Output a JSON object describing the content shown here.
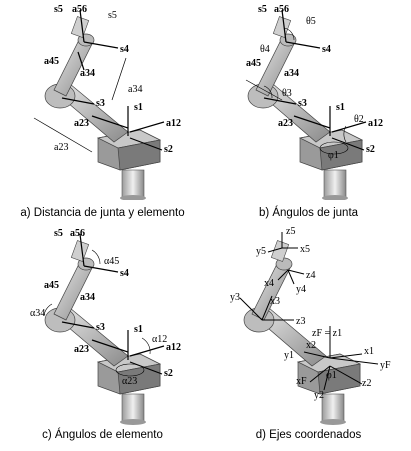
{
  "figure": {
    "panels": [
      {
        "caption": "a) Distancia de junta y elemento",
        "labels": [
          "s5",
          "a56",
          "s5",
          "s4",
          "a45",
          "a34",
          "a34",
          "s3",
          "s1",
          "a23",
          "a12",
          "s2",
          "a23"
        ]
      },
      {
        "caption": "b) Ángulos de junta",
        "labels": [
          "s5",
          "a56",
          "θ5",
          "θ4",
          "s4",
          "a45",
          "a34",
          "θ3",
          "s3",
          "s1",
          "θ2",
          "a23",
          "a12",
          "φ1",
          "s2"
        ]
      },
      {
        "caption": "c) Ángulos de elemento",
        "labels": [
          "s5",
          "a56",
          "α45",
          "s4",
          "a45",
          "a34",
          "α34",
          "s3",
          "s1",
          "α12",
          "a23",
          "a12",
          "α23",
          "s2"
        ]
      },
      {
        "caption": "d) Ejes coordenados",
        "labels": [
          "z5",
          "y5",
          "x5",
          "z4",
          "x4",
          "y4",
          "y3",
          "x3",
          "z3",
          "zF = z1",
          "x2",
          "y1",
          "x1",
          "yF",
          "xF",
          "φ1",
          "z2",
          "y2"
        ]
      }
    ]
  }
}
